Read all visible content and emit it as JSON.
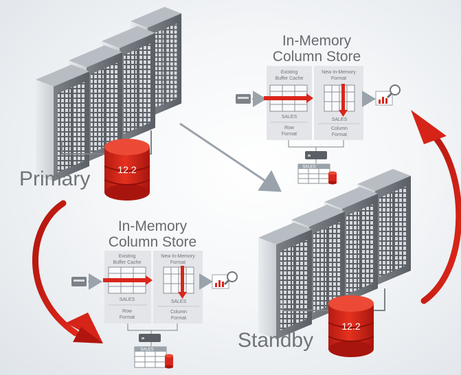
{
  "colors": {
    "accent_red": "#d9261c",
    "server_gray": "#6f747a",
    "text_gray": "#6f7478",
    "panel_gray": "#e3e5e8"
  },
  "primary": {
    "label": "Primary",
    "db_version": "12.2",
    "store": {
      "title_line1": "In-Memory",
      "title_line2": "Column Store",
      "buffer_cache_line1": "Existing",
      "buffer_cache_line2": "Buffer Cache",
      "im_format_line1": "New In-Memory",
      "im_format_line2": "Format",
      "table_name_left": "SALES",
      "table_name_right": "SALES",
      "row_format_line1": "Row",
      "row_format_line2": "Format",
      "col_format_line1": "Column",
      "col_format_line2": "Format",
      "db_table_label": "SALES"
    }
  },
  "standby": {
    "label": "Standby",
    "db_version": "12.2",
    "store": {
      "title_line1": "In-Memory",
      "title_line2": "Column Store",
      "buffer_cache_line1": "Existing",
      "buffer_cache_line2": "Buffer Cache",
      "im_format_line1": "New In-Memory",
      "im_format_line2": "Format",
      "table_name_left": "SALES",
      "table_name_right": "SALES",
      "row_format_line1": "Row",
      "row_format_line2": "Format",
      "col_format_line1": "Column",
      "col_format_line2": "Format",
      "db_table_label": "SALES"
    }
  },
  "icons": [
    "server-rack-icon",
    "database-cylinder-icon",
    "card-input-icon",
    "bar-chart-magnifier-icon",
    "storage-device-icon",
    "red-curved-arrow-icon",
    "gray-replication-arrow-icon"
  ]
}
